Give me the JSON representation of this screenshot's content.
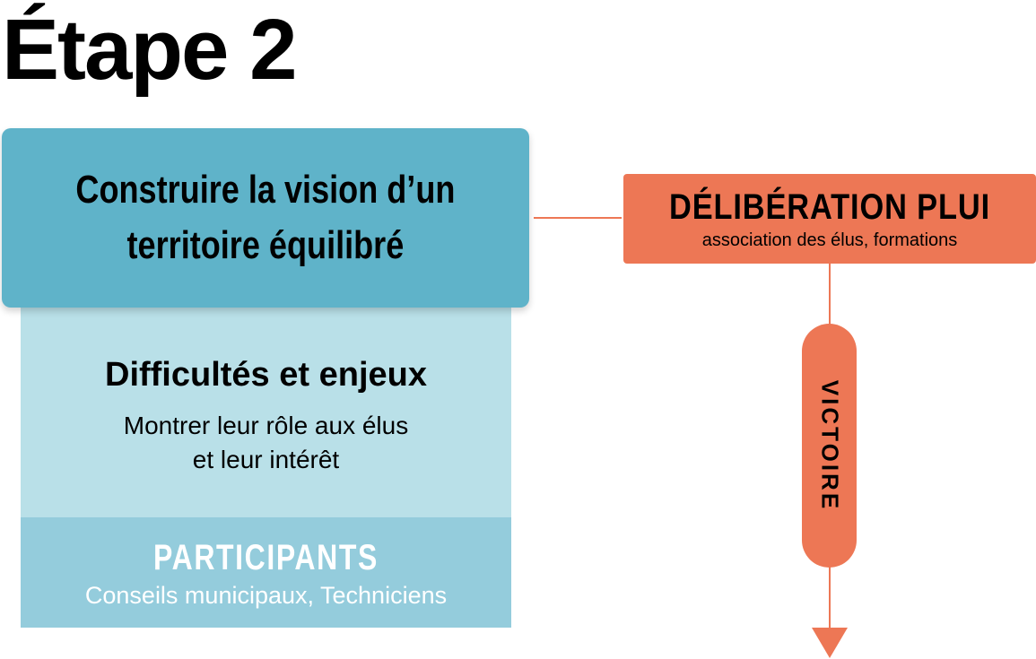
{
  "title": "Étape 2",
  "main_box": {
    "title": "Construire la vision  d’un\nterritoire équilibré"
  },
  "challenges": {
    "heading": "Difficultés et enjeux",
    "text": "Montrer leur rôle aux élus\net leur intérêt"
  },
  "participants": {
    "heading": "PARTICIPANTS",
    "text": "Conseils municipaux, Techniciens"
  },
  "deliberation": {
    "title": "DÉLIBÉRATION PLUI",
    "subtitle": "association des élus, formations"
  },
  "victory": {
    "label": "VICTOIRE"
  },
  "colors": {
    "primary_teal": "#5fb3c9",
    "light_teal": "#b9e0e8",
    "mid_teal": "#94ccdc",
    "accent_orange": "#ed7755"
  }
}
